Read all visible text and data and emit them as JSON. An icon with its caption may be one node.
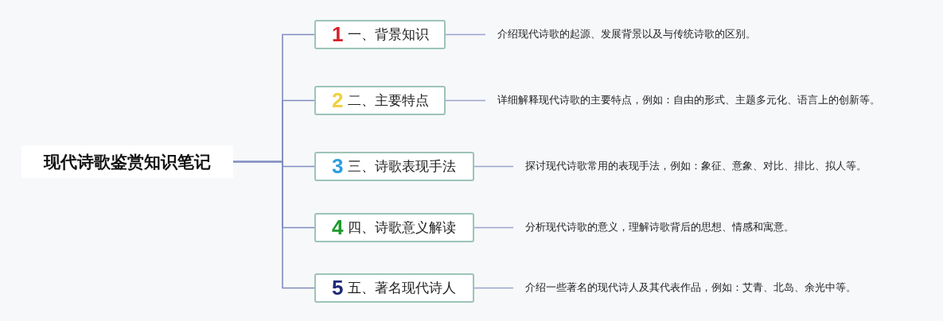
{
  "diagram": {
    "nodes": [
      {
        "text": [
          "现代诗歌鉴赏知识笔记"
        ]
      },
      {
        "text": [
          "1",
          "一、背景知识"
        ]
      },
      {
        "text": [
          "2",
          "二、主要特点"
        ]
      },
      {
        "text": [
          "3",
          "三、诗歌表现手法"
        ]
      },
      {
        "text": [
          "4",
          "四、诗歌意义解读"
        ]
      },
      {
        "text": [
          "5",
          "五、著名现代诗人"
        ]
      },
      {
        "text": [
          "介绍现代诗歌的起源、发展背景以及与传统诗歌的区别。"
        ]
      },
      {
        "text": [
          "详细解释现代诗歌的主要特点，例如：自由的形式、主题多元化、语言上的创新等。"
        ]
      },
      {
        "text": [
          "探讨现代诗歌常用的表现手法，例如：象征、意象、对比、排比、拟人等。"
        ]
      },
      {
        "text": [
          "分析现代诗歌的意义，理解诗歌背后的思想、情感和寓意。"
        ]
      },
      {
        "text": [
          "介绍一些著名的现代诗人及其代表作品，例如：艾青、北岛、余光中等。"
        ]
      }
    ],
    "edges": [
      {
        "from": 0,
        "to": 1,
        "arrow": "none"
      },
      {
        "from": 0,
        "to": 2,
        "arrow": "none"
      },
      {
        "from": 0,
        "to": 3,
        "arrow": "none"
      },
      {
        "from": 0,
        "to": 4,
        "arrow": "none"
      },
      {
        "from": 0,
        "to": 5,
        "arrow": "none"
      },
      {
        "from": 1,
        "to": 6,
        "arrow": "none"
      },
      {
        "from": 2,
        "to": 7,
        "arrow": "none"
      },
      {
        "from": 3,
        "to": 8,
        "arrow": "none"
      },
      {
        "from": 4,
        "to": 9,
        "arrow": "none"
      },
      {
        "from": 5,
        "to": 10,
        "arrow": "none"
      }
    ]
  }
}
